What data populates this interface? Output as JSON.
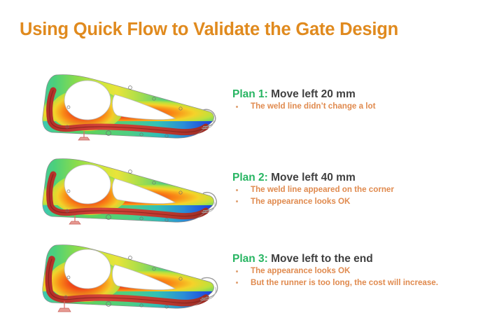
{
  "slide": {
    "title": "Using Quick Flow to Validate the Gate Design",
    "title_color": "#E08A1E",
    "background": "#FFFFFF"
  },
  "colors": {
    "plan_label": "#27B562",
    "plan_text": "#404040",
    "bullet_text": "#E08A4E",
    "bullet_dot": "#E0A070",
    "gate_marker": "#E06666"
  },
  "plans": [
    {
      "label": "Plan 1:",
      "heading": "Move left 20 mm",
      "bullets": [
        "The weld line didn’t change a lot"
      ],
      "simulation": {
        "name": "quick-flow-result-plan-1",
        "caption": "Quick Flow weld-line / fill result, gate moved left 20 mm",
        "gate_marker_x_pct": 26,
        "runner_length": "short"
      }
    },
    {
      "label": "Plan 2:",
      "heading": "Move left 40 mm",
      "bullets": [
        "The weld line appeared on the corner",
        "The appearance  looks OK"
      ],
      "simulation": {
        "name": "quick-flow-result-plan-2",
        "caption": "Quick Flow weld-line / fill result, gate moved left 40 mm",
        "gate_marker_x_pct": 21,
        "runner_length": "medium"
      }
    },
    {
      "label": "Plan 3:",
      "heading": "Move left to the end",
      "bullets": [
        "The appearance  looks OK",
        "But the runner is too long, the cost will increase."
      ],
      "simulation": {
        "name": "quick-flow-result-plan-3",
        "caption": "Quick Flow weld-line / fill result, gate moved left to the end",
        "gate_marker_x_pct": 16,
        "runner_length": "long"
      }
    }
  ]
}
